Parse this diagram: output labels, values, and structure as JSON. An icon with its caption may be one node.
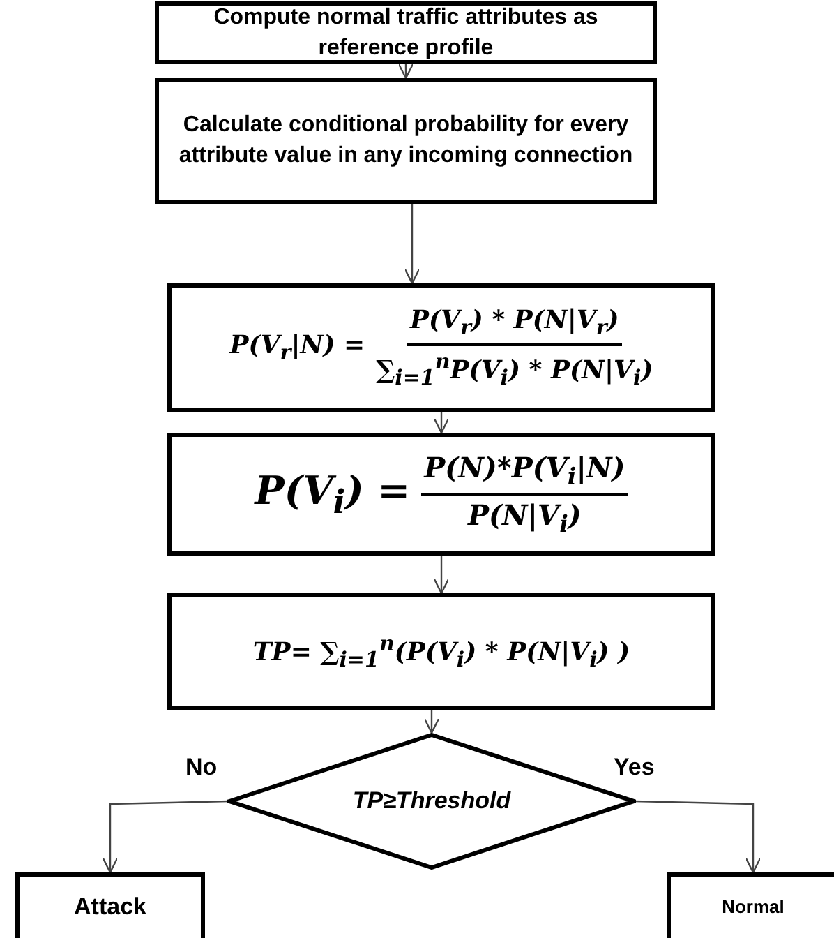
{
  "diagram": {
    "nodes": [
      {
        "text": [
          "Compute normal traffic  attributes as reference profile"
        ]
      },
      {
        "text": [
          "Calculate conditional probability  for every attribute  value in any incoming connection"
        ]
      },
      {
        "text": [
          "P(V$_{r}$|N) =",
          "P(V$_{r}$) * P(N|V$_{r}$)",
          "∑$_{i=1}$$^{n}$P(V$_{i}$) * P(N|V$_{i}$)"
        ]
      },
      {
        "text": [
          "P(V$_{i}$) =",
          "P(N)*P(V$_{i}$|N)",
          "P(N|V$_{i}$)"
        ]
      },
      {
        "text": [
          "TP= ∑$_{i=1}$$^{n}$(P(V$_{i}$) * P(N|V$_{i}$) )"
        ]
      },
      {
        "text": [
          "TP≥Threshold"
        ]
      },
      {
        "text": [
          "Attack"
        ]
      },
      {
        "text": [
          "Normal"
        ]
      }
    ],
    "edges": [
      {
        "from": 0,
        "to": 1,
        "arrow": "to"
      },
      {
        "from": 1,
        "to": 2,
        "arrow": "to"
      },
      {
        "from": 2,
        "to": 3,
        "arrow": "to"
      },
      {
        "from": 3,
        "to": 4,
        "arrow": "to"
      },
      {
        "from": 4,
        "to": 5,
        "arrow": "to"
      },
      {
        "from": 5,
        "to": 6,
        "label": "No",
        "arrow": "to"
      },
      {
        "from": 5,
        "to": 7,
        "label": "Yes",
        "arrow": "to"
      }
    ]
  }
}
